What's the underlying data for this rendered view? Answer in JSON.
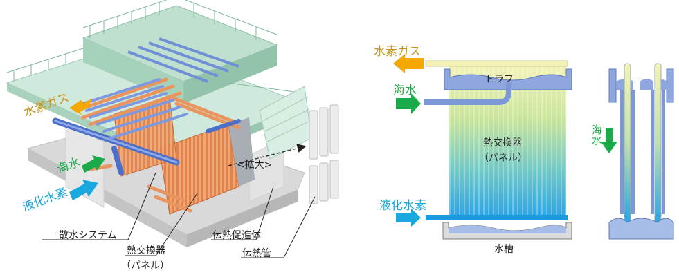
{
  "left_figure": {
    "hydrogen_gas": "水素ガス",
    "seawater": "海水",
    "liquid_hydrogen": "液化水素",
    "enlarge": "<拡大>",
    "spray_system": "散水システム",
    "heat_exchanger_line1": "熱交換器",
    "heat_exchanger_line2": "（パネル）",
    "heat_transfer_promoter": "伝熱促進体",
    "heat_transfer_tube": "伝熱管"
  },
  "middle_figure": {
    "hydrogen_gas": "水素ガス",
    "seawater": "海水",
    "trough": "トラフ",
    "heat_exchanger_line1": "熱交換器",
    "heat_exchanger_line2": "（パネル）",
    "liquid_hydrogen": "液化水素",
    "water_tank": "水槽"
  },
  "right_figure": {
    "seawater": "海水"
  },
  "colors": {
    "hydrogen_arrow": "#f5a800",
    "hydrogen_text": "#c8961e",
    "seawater_arrow": "#1aaa4a",
    "seawater_text": "#1aaa4a",
    "liquid_h2_arrow": "#1aa8e0",
    "liquid_h2_text": "#1aa8e0",
    "structure": "#b9dccb",
    "pipes_orange": "#e89560",
    "pipes_blue": "#6f8fd6",
    "trough": "#8fa7dc"
  }
}
